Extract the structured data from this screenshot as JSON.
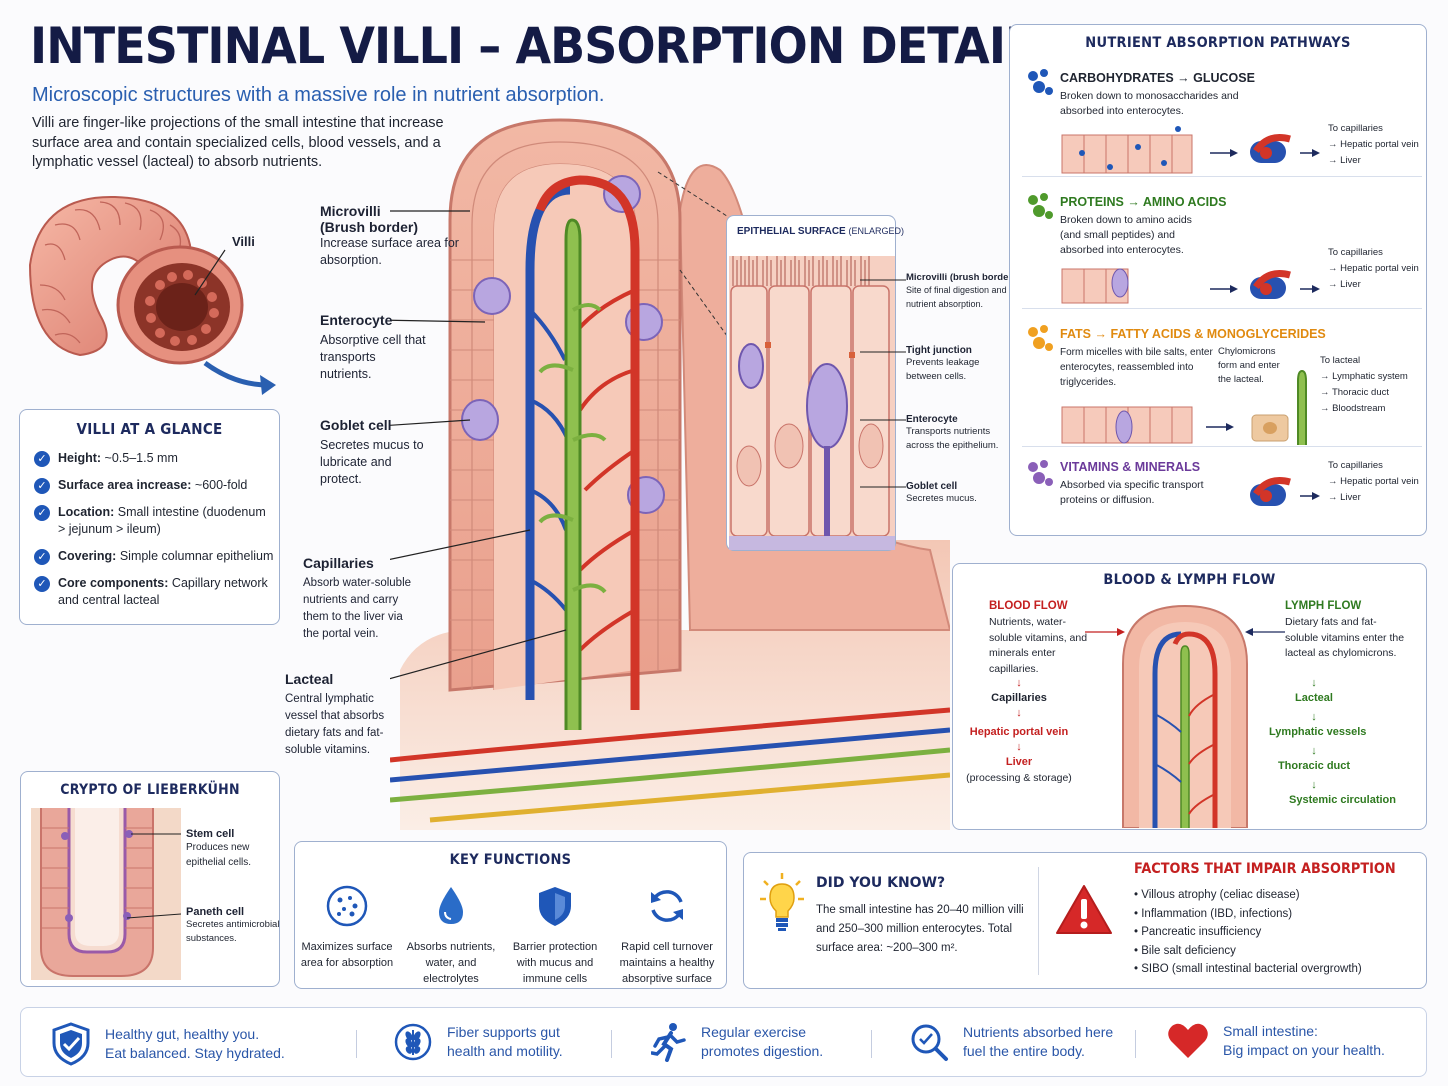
{
  "header": {
    "title": "INTESTINAL VILLI – ABSORPTION DETAIL",
    "subtitle": "Microscopic structures with a massive role in nutrient absorption.",
    "intro": "Villi are finger-like projections of the small intestine that increase surface area and contain specialized cells, blood vessels, and a lymphatic vessel (lacteal) to absorb nutrients."
  },
  "intestine_label": "Villi",
  "villus_labels": [
    {
      "title": "Microvilli\n(Brush border)",
      "text": "Increase surface area for absorption."
    },
    {
      "title": "Enterocyte",
      "text": "Absorptive cell that transports nutrients."
    },
    {
      "title": "Goblet cell",
      "text": "Secretes mucus to lubricate and protect."
    },
    {
      "title": "Capillaries",
      "text": "Absorb water-soluble nutrients and carry them to the liver via the portal vein."
    },
    {
      "title": "Lacteal",
      "text": "Central lymphatic vessel that absorbs dietary fats and fat-soluble vitamins."
    }
  ],
  "glance": {
    "title": "VILLI AT A GLANCE",
    "items": [
      {
        "key": "Height:",
        "value": "~0.5–1.5 mm"
      },
      {
        "key": "Surface area increase:",
        "value": "~600-fold"
      },
      {
        "key": "Location:",
        "value": "Small intestine (duodenum > jejunum > ileum)"
      },
      {
        "key": "Covering:",
        "value": "Simple columnar epithelium"
      },
      {
        "key": "Core components:",
        "value": "Capillary network and central lacteal"
      }
    ]
  },
  "crypt": {
    "title": "CRYPTO OF LIEBERKÜHN",
    "stem_title": "Stem cell",
    "stem_text": "Produces new epithelial cells.",
    "paneth_title": "Paneth cell",
    "paneth_text": "Secretes antimicrobial substances."
  },
  "epithelial": {
    "title": "EPITHELIAL SURFACE",
    "title_suffix": "(ENLARGED)",
    "labels": [
      {
        "title": "Microvilli (brush border)",
        "text": "Site of final digestion and nutrient absorption."
      },
      {
        "title": "Tight junction",
        "text": "Prevents leakage between cells."
      },
      {
        "title": "Enterocyte",
        "text": "Transports nutrients across the epithelium."
      },
      {
        "title": "Goblet cell",
        "text": "Secretes mucus."
      }
    ]
  },
  "pathways": {
    "title": "NUTRIENT ABSORPTION PATHWAYS",
    "items": [
      {
        "title": "CARBOHYDRATES → GLUCOSE",
        "color": "#1f57b8",
        "text": "Broken down to monosaccharides and absorbed into enterocytes.",
        "dest": "To capillaries\n→ Hepatic portal vein\n→ Liver"
      },
      {
        "title": "PROTEINS → AMINO ACIDS",
        "color": "#2f7a20",
        "text": "Broken down to amino acids (and small peptides) and absorbed into enterocytes.",
        "dest": "To capillaries\n→ Hepatic portal vein\n→ Liver"
      },
      {
        "title": "FATS → FATTY ACIDS & MONOGLYCERIDES",
        "color": "#e08a10",
        "text": "Form micelles with bile salts, enter enterocytes, reassembled into triglycerides.",
        "mid": "Chylomicrons form and enter the lacteal.",
        "dest": "To lacteal\n→ Lymphatic system\n→ Thoracic duct\n→ Bloodstream"
      },
      {
        "title": "VITAMINS & MINERALS",
        "color": "#6b3a9a",
        "text": "Absorbed via specific transport proteins or diffusion.",
        "dest": "To capillaries\n→ Hepatic portal vein\n→ Liver"
      }
    ]
  },
  "flow": {
    "title": "BLOOD & LYMPH FLOW",
    "blood_title": "BLOOD FLOW",
    "blood_text": "Nutrients, water-soluble vitamins, and minerals enter capillaries.",
    "blood_steps": [
      "Capillaries",
      "Hepatic portal vein",
      "Liver"
    ],
    "blood_note": "(processing & storage)",
    "lymph_title": "LYMPH FLOW",
    "lymph_text": "Dietary fats and fat-soluble vitamins enter the lacteal as chylomicrons.",
    "lymph_steps": [
      "Lacteal",
      "Lymphatic vessels",
      "Thoracic duct",
      "Systemic circulation"
    ]
  },
  "functions": {
    "title": "KEY FUNCTIONS",
    "items": [
      {
        "icon": "dots-circle-icon",
        "text": "Maximizes surface area for absorption"
      },
      {
        "icon": "water-drop-icon",
        "text": "Absorbs nutrients, water, and electrolytes"
      },
      {
        "icon": "shield-icon",
        "text": "Barrier protection with mucus and immune cells"
      },
      {
        "icon": "refresh-icon",
        "text": "Rapid cell turnover maintains a healthy absorptive surface"
      }
    ]
  },
  "didyouknow": {
    "title": "DID YOU KNOW?",
    "text": "The small intestine has 20–40 million villi and 250–300 million enterocytes. Total surface area: ~200–300 m²."
  },
  "factors": {
    "title": "FACTORS THAT IMPAIR ABSORPTION",
    "items": [
      "Villous atrophy (celiac disease)",
      "Inflammation (IBD, infections)",
      "Pancreatic insufficiency",
      "Bile salt deficiency",
      "SIBO (small intestinal bacterial overgrowth)"
    ]
  },
  "footer": [
    {
      "icon": "shield-check-icon",
      "text": "Healthy gut, healthy you.\nEat balanced. Stay hydrated."
    },
    {
      "icon": "wheat-icon",
      "text": "Fiber supports gut\nhealth and motility."
    },
    {
      "icon": "runner-icon",
      "text": "Regular exercise\npromotes digestion."
    },
    {
      "icon": "magnifier-check-icon",
      "text": "Nutrients absorbed here\nfuel the entire body."
    },
    {
      "icon": "heart-icon",
      "text": "Small intestine:\nBig impact on your health."
    }
  ]
}
